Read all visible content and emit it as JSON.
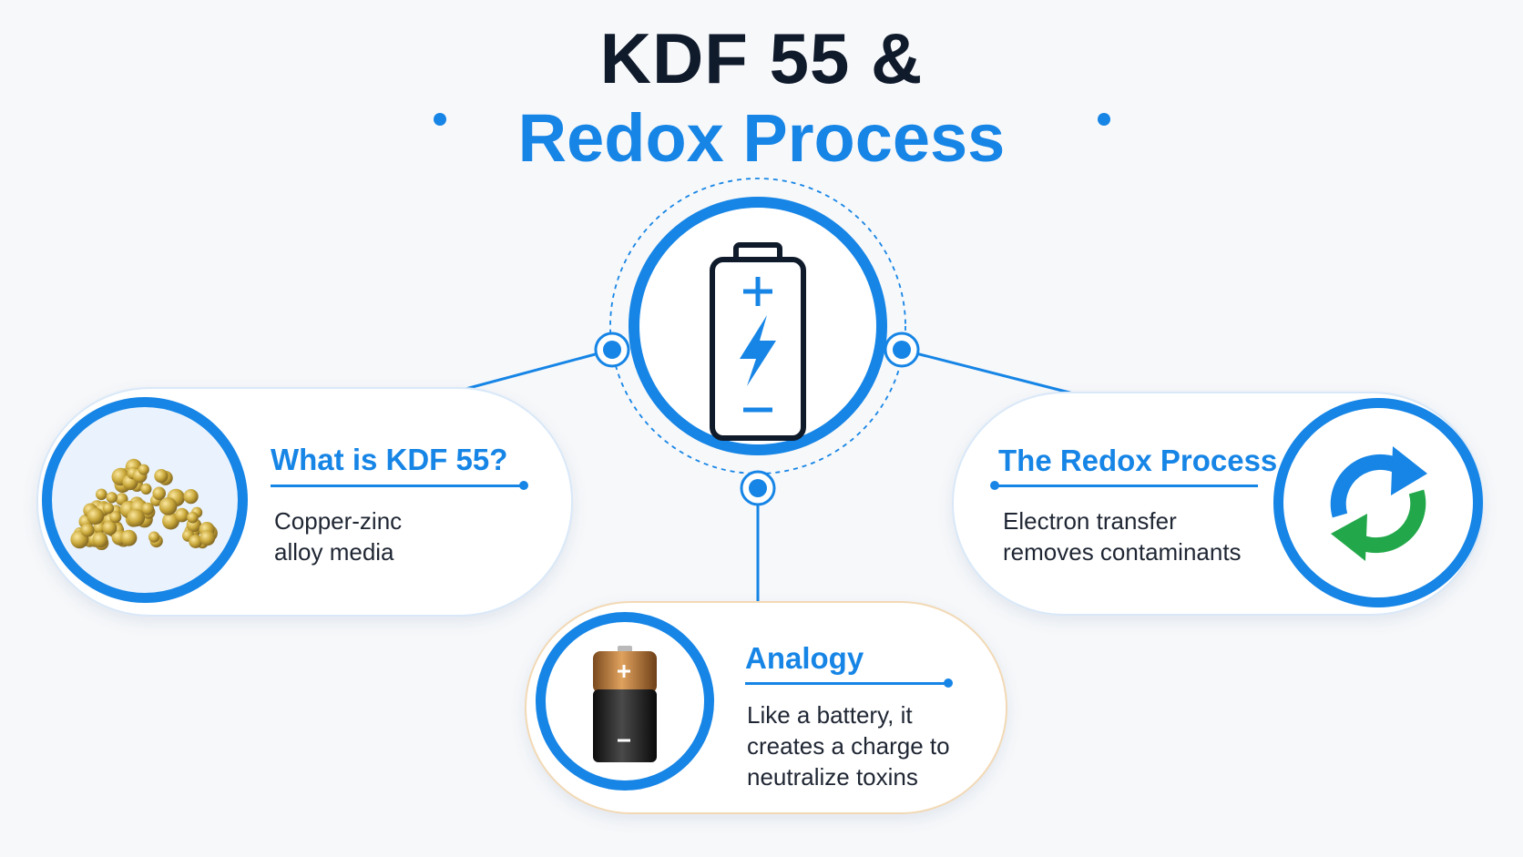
{
  "title": {
    "line1": "KDF 55 &",
    "line2": "Redox Process"
  },
  "center": {
    "icon": "battery-charge-icon"
  },
  "cards": {
    "left": {
      "title": "What is KDF 55?",
      "desc_line1": "Copper-zinc",
      "desc_line2": "alloy media",
      "icon": "alloy-granules-icon"
    },
    "right": {
      "title": "The Redox Process",
      "desc_line1": "Electron transfer",
      "desc_line2": "removes contaminants",
      "icon": "recycle-arrows-icon"
    },
    "bottom": {
      "title": "Analogy",
      "desc_line1": "Like a battery, it",
      "desc_line2": "creates a charge to",
      "desc_line3": "neutralize toxins",
      "icon": "battery-icon"
    }
  },
  "colors": {
    "primary_blue": "#1685e6",
    "dark_navy": "#0f1a2b",
    "green": "#22a84a",
    "gold": "#c9a83a"
  }
}
